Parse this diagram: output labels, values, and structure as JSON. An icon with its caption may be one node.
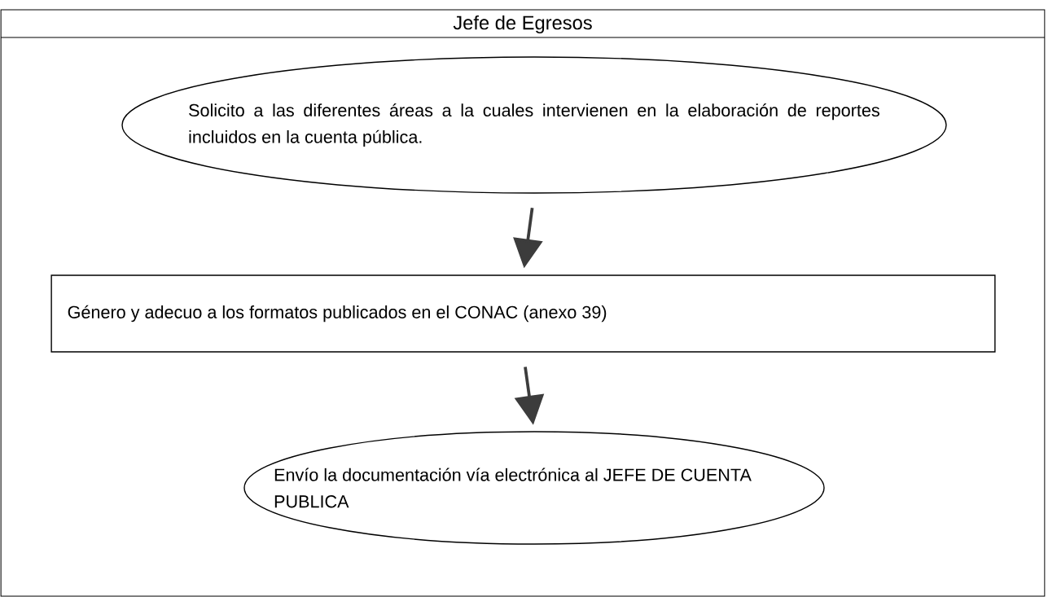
{
  "diagram": {
    "nodes": [
      {
        "text": [
          "Jefe de Egresos"
        ]
      },
      {
        "text": [
          "Solicito a las diferentes áreas a la cuales intervienen en la elaboración de reportes incluidos en la cuenta pública."
        ],
        "in": 0
      },
      {
        "text": [
          "Género y adecuo a los formatos publicados en el CONAC (anexo 39)"
        ],
        "in": 0
      },
      {
        "text": [
          "Envío la documentación vía electrónica al JEFE DE CUENTA PUBLICA"
        ],
        "in": 0
      }
    ],
    "edges": [
      {
        "from": 1,
        "to": 2,
        "arrow": "to"
      },
      {
        "from": 2,
        "to": 3,
        "arrow": "to"
      }
    ]
  }
}
